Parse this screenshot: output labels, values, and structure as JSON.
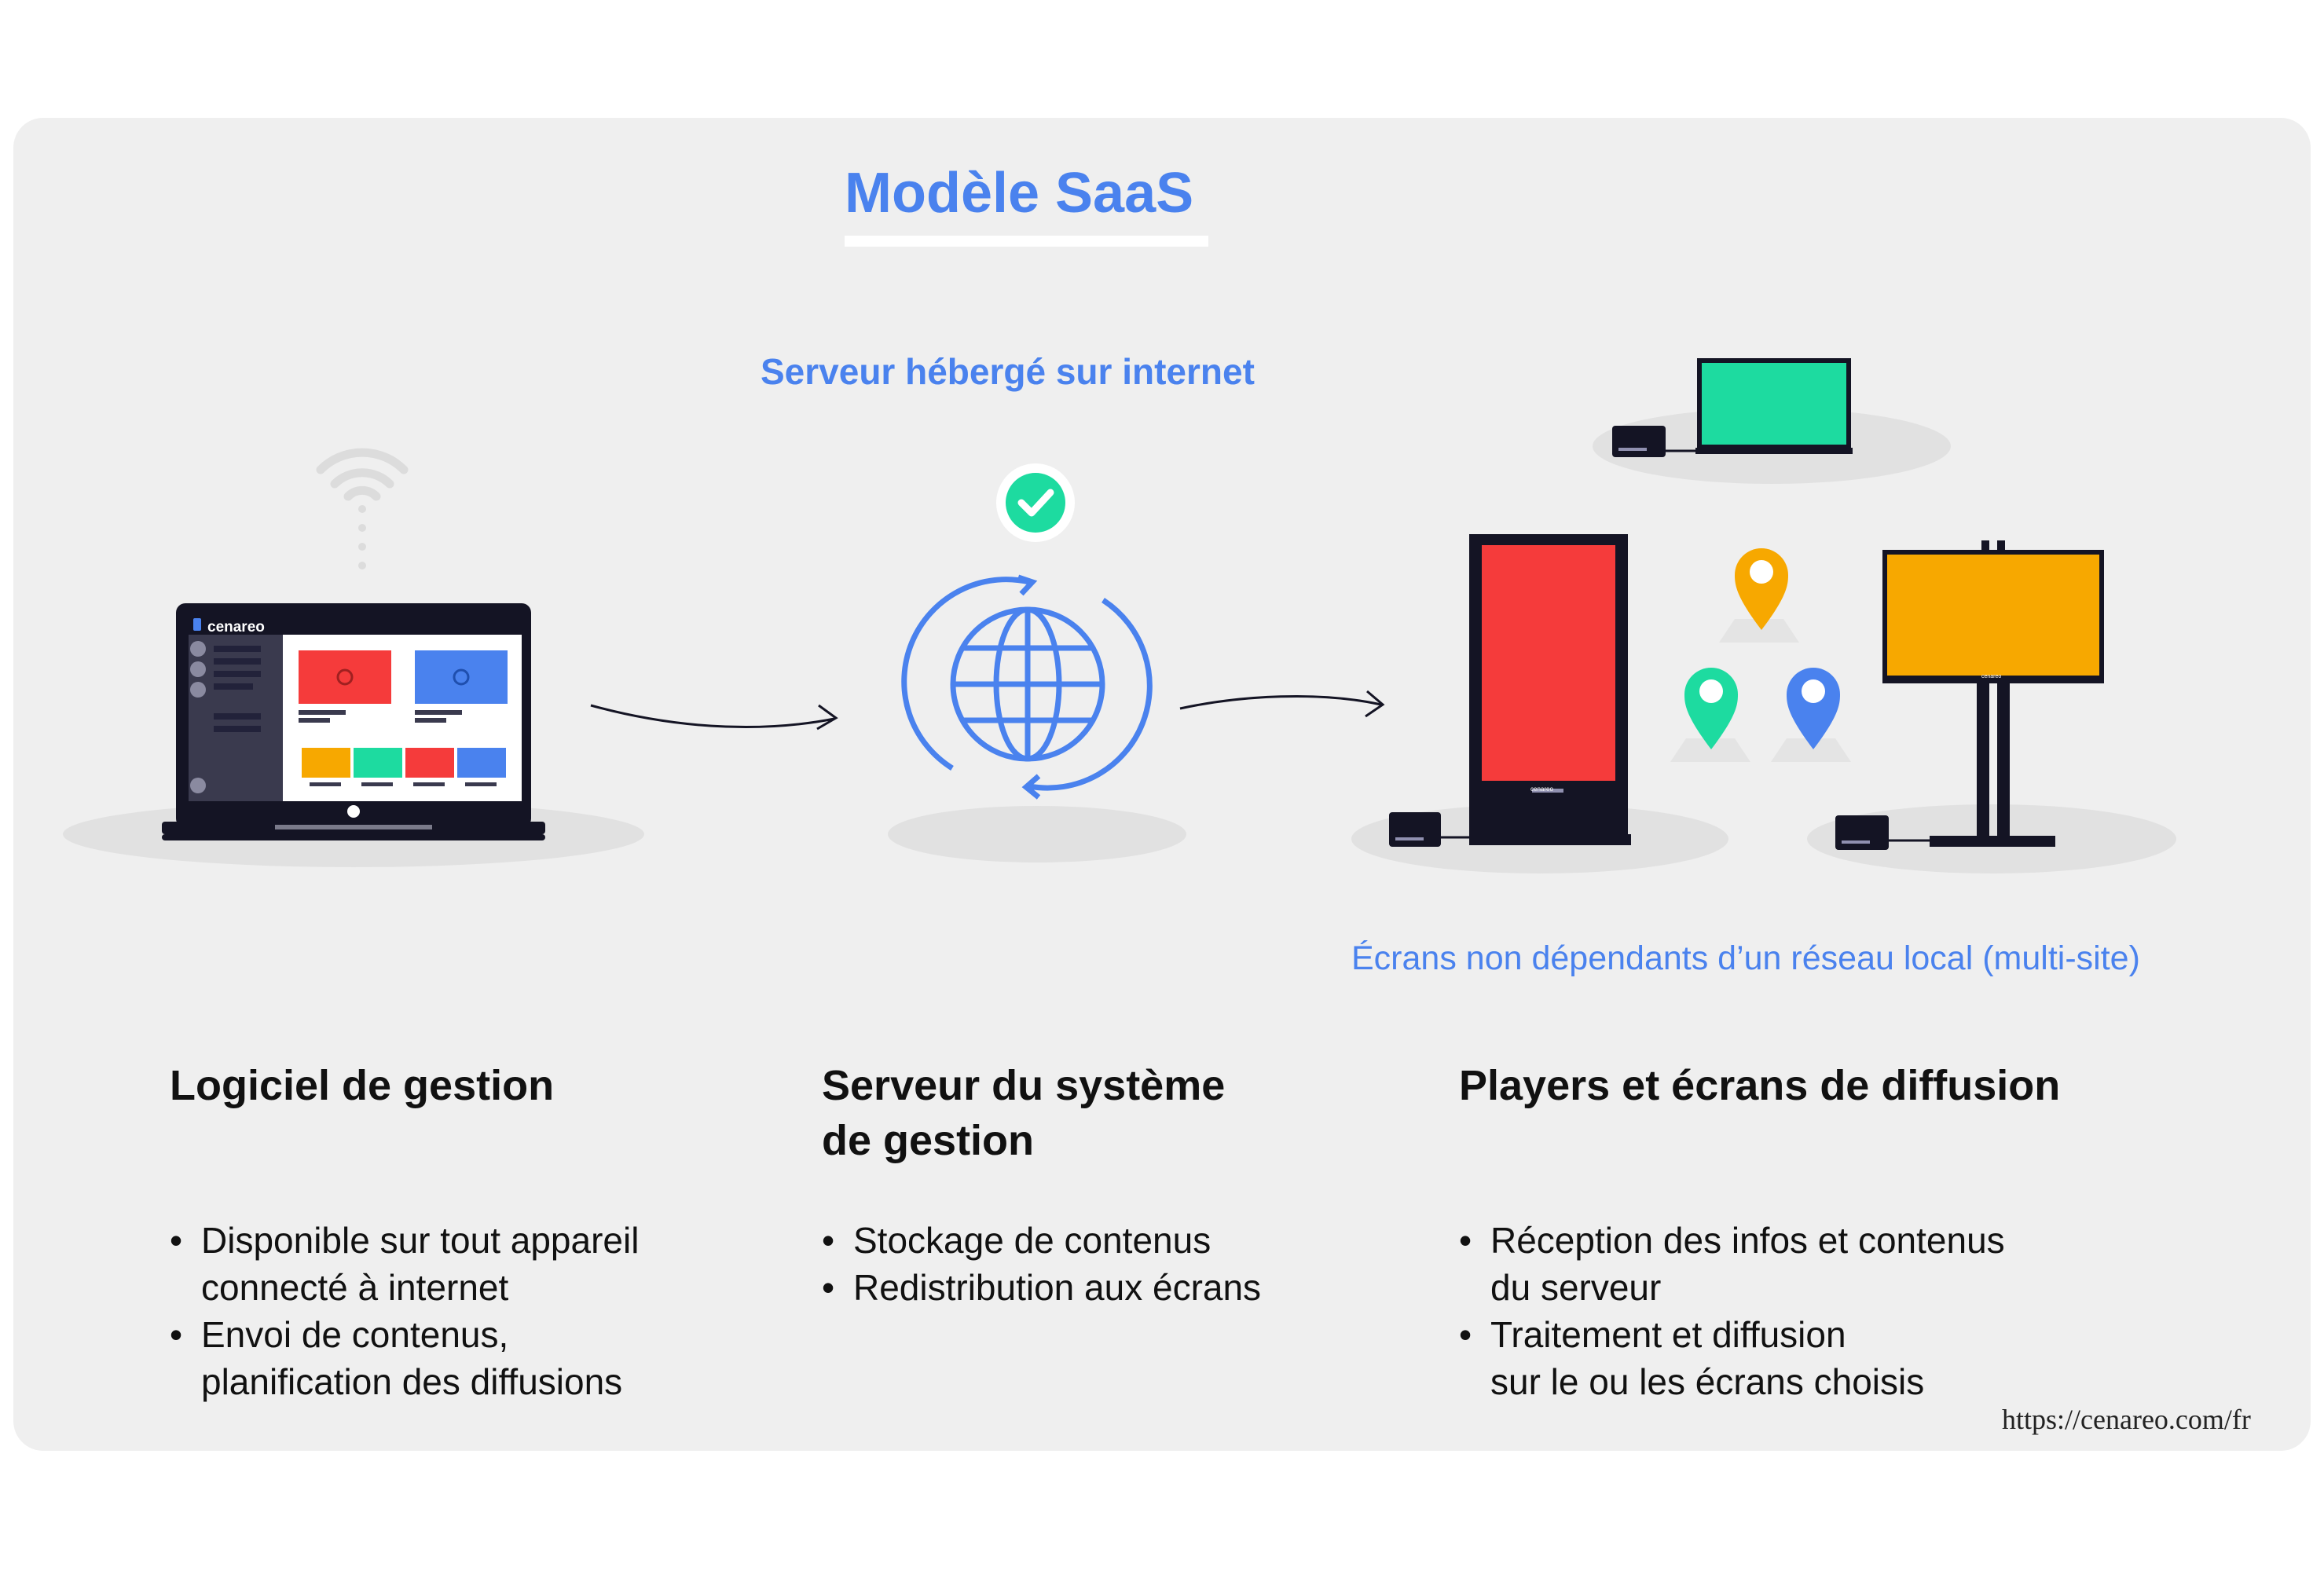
{
  "title": "Modèle SaaS",
  "server_caption": "Serveur hébergé sur internet",
  "screens_caption": "Écrans non dépendants d’un réseau local (multi-site)",
  "laptop_brand": "cenareo",
  "kiosk_brand": "cenareo",
  "stand_brand": "cenareo",
  "columns": [
    {
      "heading_lines": [
        "Logiciel de gestion"
      ],
      "bullets": [
        {
          "line1": "Disponible sur tout appareil",
          "line2": "connecté à internet"
        },
        {
          "line1": "Envoi de contenus,",
          "line2": "planification des diffusions"
        }
      ]
    },
    {
      "heading_lines": [
        "Serveur du système",
        "de gestion"
      ],
      "bullets": [
        {
          "line1": "Stockage de contenus",
          "line2": ""
        },
        {
          "line1": "Redistribution aux écrans",
          "line2": ""
        }
      ]
    },
    {
      "heading_lines": [
        "Players et écrans de diffusion"
      ],
      "bullets": [
        {
          "line1": "Réception des infos et contenus",
          "line2": "du serveur"
        },
        {
          "line1": "Traitement et diffusion",
          "line2": "sur le ou les écrans choisis"
        }
      ]
    }
  ],
  "url": "https://cenareo.com/fr",
  "colors": {
    "accent_blue": "#4a82ee",
    "green": "#1ddba0",
    "red": "#f53b3b",
    "orange": "#f7a800",
    "panel": "#efefef",
    "dark": "#161626"
  }
}
